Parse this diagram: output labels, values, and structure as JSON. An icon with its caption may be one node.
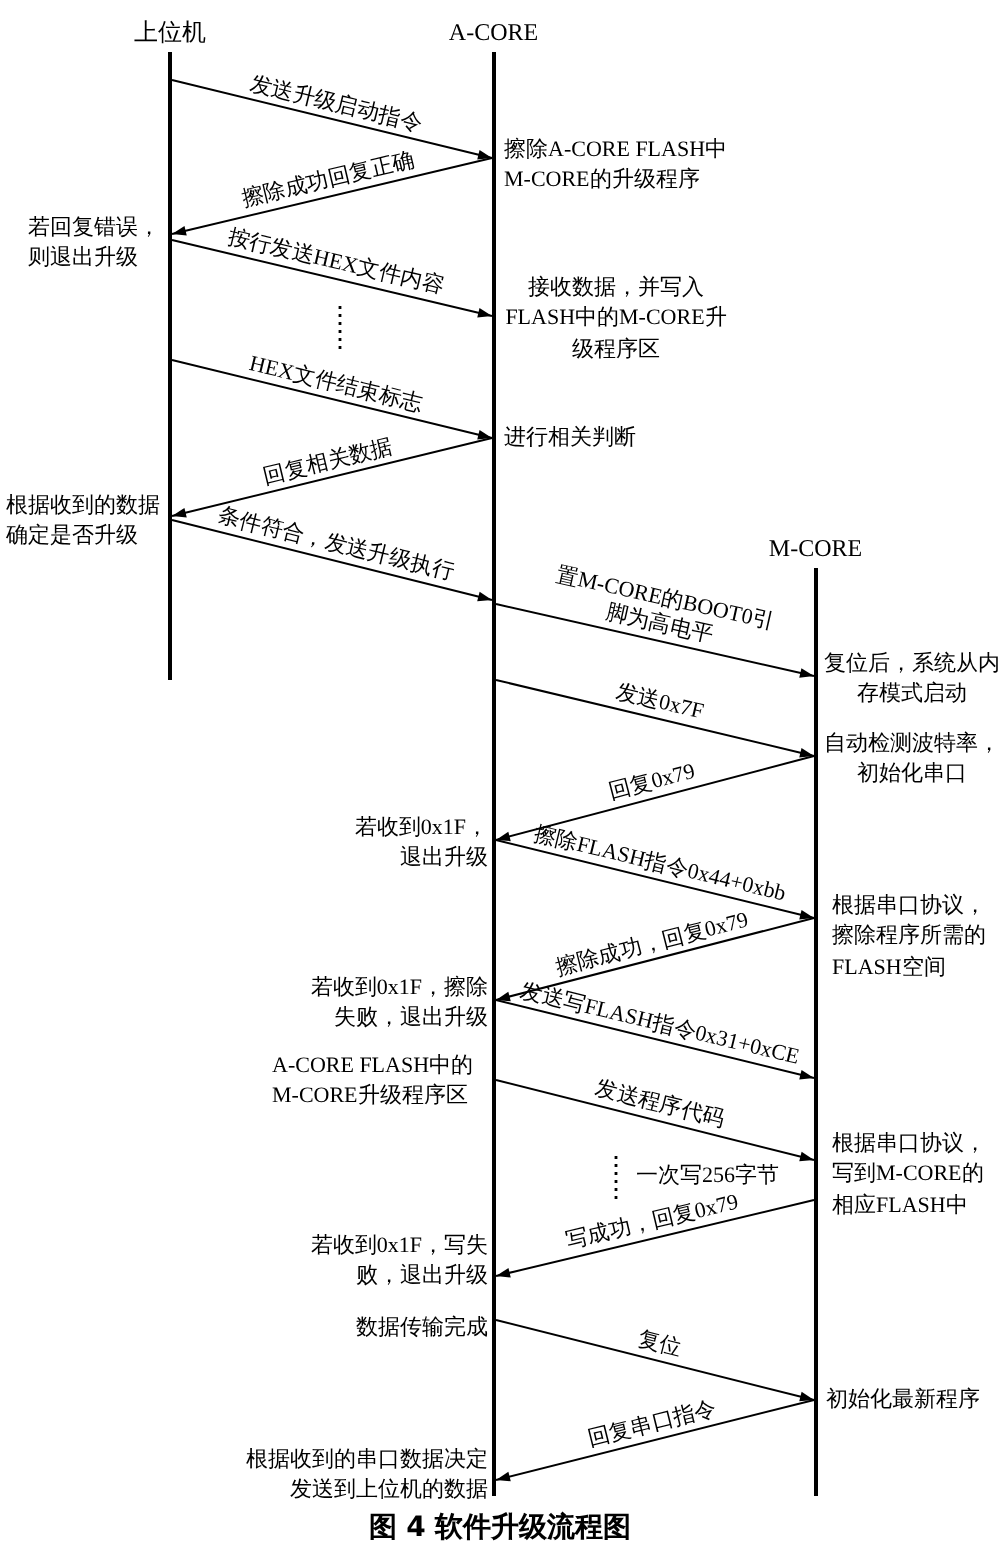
{
  "diagram": {
    "caption": "图 4 软件升级流程图",
    "nodes": [
      {
        "text": [
          "上位机"
        ]
      },
      {
        "text": [
          "A-CORE"
        ]
      },
      {
        "text": [
          "M-CORE"
        ]
      }
    ],
    "edges": [
      {
        "from": 0,
        "to": 1,
        "arrow": "to",
        "label": "发送升级启动指令"
      },
      {
        "from": 1,
        "to": 0,
        "arrow": "to",
        "label": "擦除成功回复正确"
      },
      {
        "from": 0,
        "to": 1,
        "arrow": "to",
        "label": "按行发送HEX文件内容"
      },
      {
        "from": 0,
        "to": 1,
        "arrow": "to",
        "label": "HEX文件结束标志"
      },
      {
        "from": 1,
        "to": 0,
        "arrow": "to",
        "label": "回复相关数据"
      },
      {
        "from": 0,
        "to": 1,
        "arrow": "to",
        "label": "条件符合，发送升级执行"
      },
      {
        "from": 1,
        "to": 2,
        "arrow": "to",
        "label": "置M-CORE的BOOT0引脚为高电平"
      },
      {
        "from": 1,
        "to": 2,
        "arrow": "to",
        "label": "发送0x7F"
      },
      {
        "from": 2,
        "to": 1,
        "arrow": "to",
        "label": "回复0x79"
      },
      {
        "from": 1,
        "to": 2,
        "arrow": "to",
        "label": "擦除FLASH指令0x44+0xbb"
      },
      {
        "from": 2,
        "to": 1,
        "arrow": "to",
        "label": "擦除成功，回复0x79"
      },
      {
        "from": 1,
        "to": 2,
        "arrow": "to",
        "label": "发送写FLASH指令0x31+0xCE"
      },
      {
        "from": 1,
        "to": 2,
        "arrow": "to",
        "label": "发送程序代码"
      },
      {
        "from": 2,
        "to": 1,
        "arrow": "to",
        "label": "写成功，回复0x79"
      },
      {
        "from": 1,
        "to": 2,
        "arrow": "to",
        "label": "复位"
      },
      {
        "from": 2,
        "to": 1,
        "arrow": "to",
        "label": "回复串口指令"
      }
    ],
    "labels": [
      "擦除A-CORE FLASH中M-CORE的升级程序",
      "若回复错误，则退出升级",
      "接收数据，并写入FLASH中的M-CORE升级程序区",
      "进行相关判断",
      "根据收到的数据确定是否升级",
      "复位后，系统从内存模式启动",
      "自动检测波特率，初始化串口",
      "若收到0x1F，退出升级",
      "根据串口协议，擦除程序所需的FLASH空间",
      "若收到0x1F，擦除失败，退出升级",
      "A-CORE FLASH中的M-CORE升级程序区",
      "根据串口协议，写到M-CORE的相应FLASH中",
      "一次写256字节",
      "若收到0x1F，写失败，退出升级",
      "数据传输完成",
      "初始化最新程序",
      "根据收到的串口数据决定发送到上位机的数据"
    ]
  }
}
